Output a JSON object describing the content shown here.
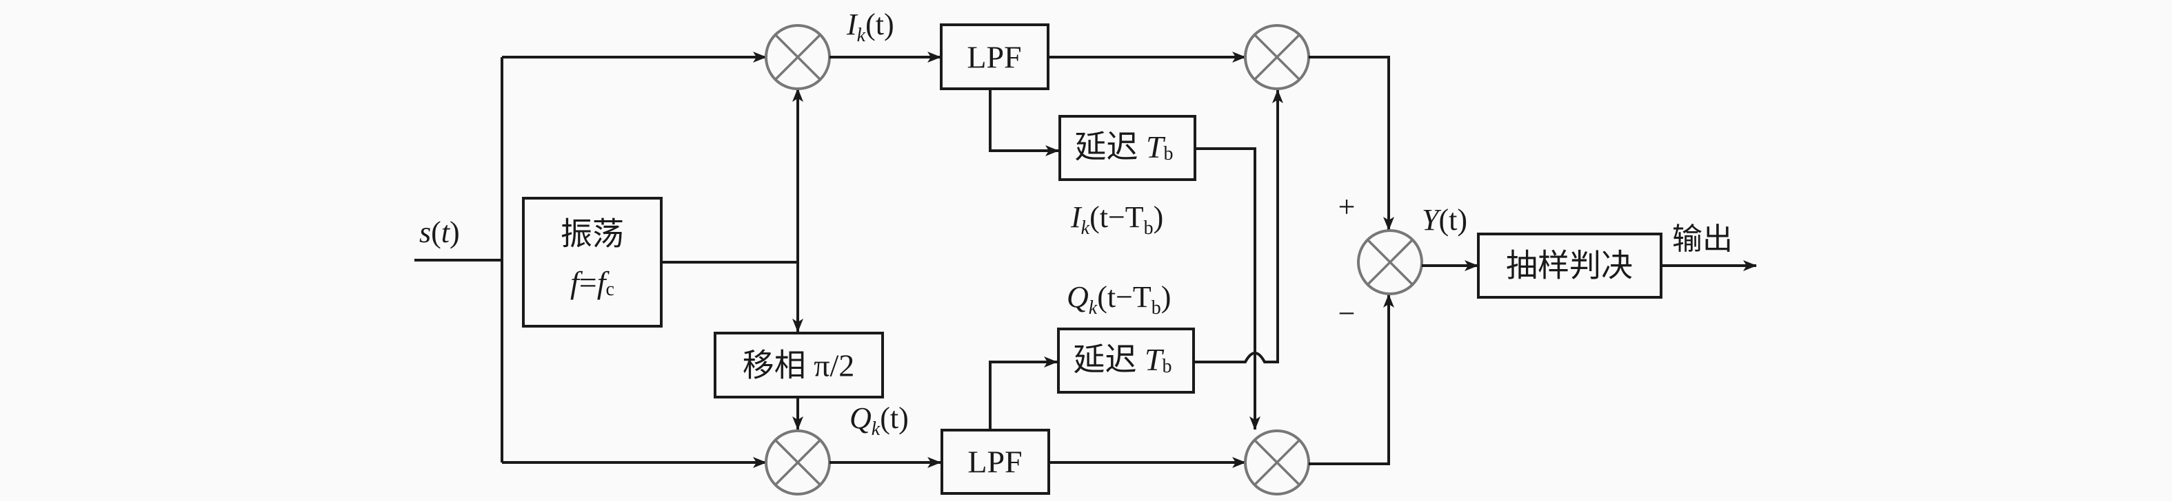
{
  "input_label": {
    "var": "s",
    "open": "(",
    "t": "t",
    "close": ")"
  },
  "oscillator": {
    "line1": "振荡",
    "f": "f",
    "eq": "=",
    "fc": "f",
    "fc_sub": "c"
  },
  "phase_shift": "移相 π/2",
  "lpf_top": "LPF",
  "lpf_bottom": "LPF",
  "delay_top": {
    "text": "延迟 ",
    "T": "T",
    "sub": "b"
  },
  "delay_bottom": {
    "text": "延迟 ",
    "T": "T",
    "sub": "b"
  },
  "ik_label": {
    "var": "I",
    "sub": "k",
    "rest": "(t)"
  },
  "qk_label": {
    "var": "Q",
    "sub": "k",
    "rest": "(t)"
  },
  "ik_delayed_label": {
    "var": "I",
    "sub": "k",
    "rest": "(t−T",
    "tsub": "b",
    "close": ")"
  },
  "qk_delayed_label": {
    "var": "Q",
    "sub": "k",
    "rest": "(t−T",
    "tsub": "b",
    "close": ")"
  },
  "plus_sign": "+",
  "minus_sign": "−",
  "y_label": {
    "var": "Y",
    "rest": "(t)"
  },
  "decision": "抽样判决",
  "output_label": "输出"
}
